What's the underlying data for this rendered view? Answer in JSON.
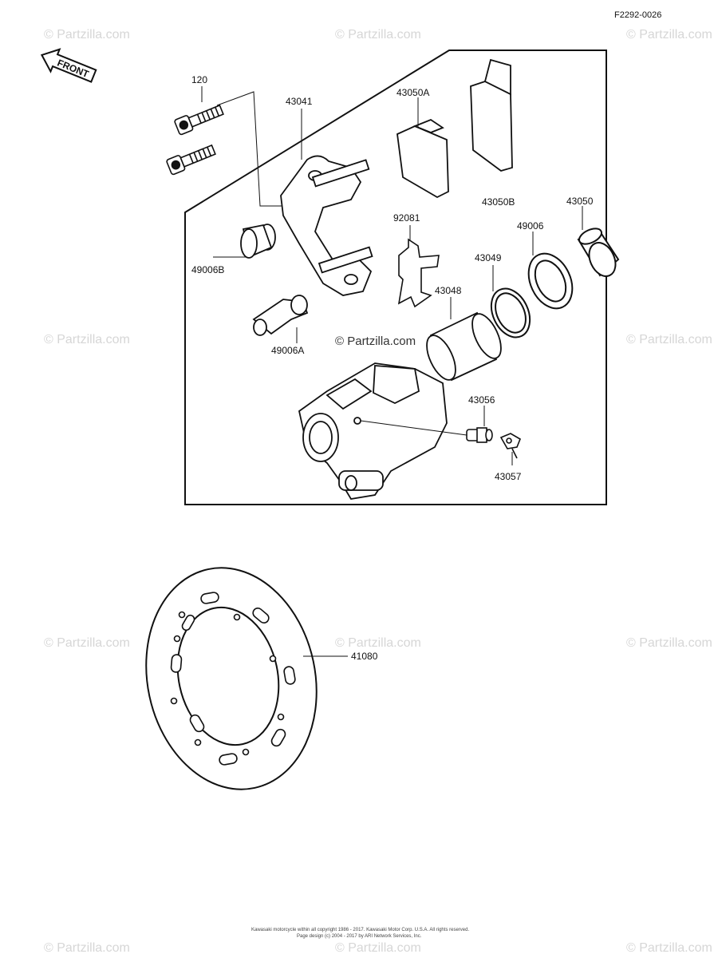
{
  "figure_code": "F2292-0026",
  "front_label": "FRONT",
  "watermark": "© Partzilla.com",
  "parts": {
    "p120": "120",
    "p43041": "43041",
    "p43050A": "43050A",
    "p43050B": "43050B",
    "p43050": "43050",
    "p49006": "49006",
    "p49006B": "49006B",
    "p92081": "92081",
    "p43049": "43049",
    "p43048": "43048",
    "p49006A": "49006A",
    "p43056": "43056",
    "p43057": "43057",
    "p41080": "41080"
  },
  "footer": {
    "line1": "Kawasaki motorcycle within all copyright 1986 - 2017. Kawasaki Motor Corp. U.S.A. All rights reserved.",
    "line2": "Page design (c) 2004 - 2017 by ARI Network Services, Inc."
  }
}
